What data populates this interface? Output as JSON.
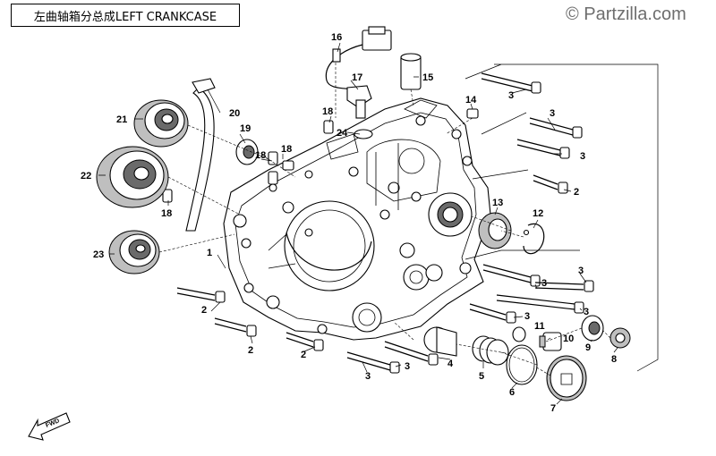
{
  "title": "左曲轴箱分总成LEFT CRANKCASE",
  "watermark": "© Partzilla.com",
  "fwd_label": "FWD",
  "callouts": {
    "c1": "1",
    "c2a": "2",
    "c2b": "2",
    "c2c": "2",
    "c2d": "2",
    "c3a": "3",
    "c3b": "3",
    "c3c": "3",
    "c3d": "3",
    "c3e": "3",
    "c3f": "3",
    "c3g": "3",
    "c3h": "3",
    "c4": "4",
    "c5": "5",
    "c6": "6",
    "c7": "7",
    "c8": "8",
    "c9": "9",
    "c10": "10",
    "c11": "11",
    "c12": "12",
    "c13": "13",
    "c14": "14",
    "c15": "15",
    "c16": "16",
    "c17": "17",
    "c18a": "18",
    "c18b": "18",
    "c18c": "18",
    "c18d": "18",
    "c19": "19",
    "c20": "20",
    "c21": "21",
    "c22": "22",
    "c23": "23",
    "c24": "24"
  }
}
